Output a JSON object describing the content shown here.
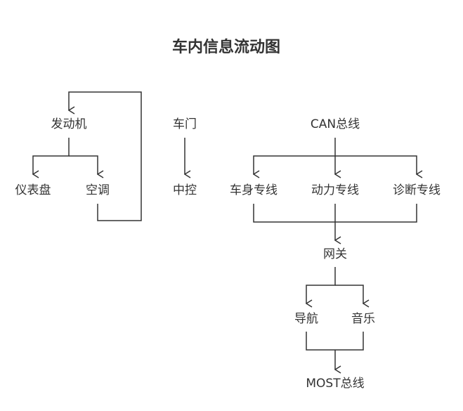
{
  "title": "车内信息流动图",
  "nodes": {
    "engine": "发动机",
    "dashboard": "仪表盘",
    "ac": "空调",
    "door": "车门",
    "central_control": "中控",
    "can_bus": "CAN总线",
    "body_bus": "车身专线",
    "power_bus": "动力专线",
    "diag_bus": "诊断专线",
    "gateway": "网关",
    "navigation": "导航",
    "audio": "音乐",
    "most_bus": "MOST总线"
  },
  "edges": [
    [
      "engine",
      "dashboard"
    ],
    [
      "engine",
      "ac"
    ],
    [
      "ac",
      "engine"
    ],
    [
      "door",
      "central_control"
    ],
    [
      "can_bus",
      "body_bus"
    ],
    [
      "can_bus",
      "power_bus"
    ],
    [
      "can_bus",
      "diag_bus"
    ],
    [
      "body_bus",
      "gateway"
    ],
    [
      "power_bus",
      "gateway"
    ],
    [
      "diag_bus",
      "gateway"
    ],
    [
      "gateway",
      "navigation"
    ],
    [
      "gateway",
      "audio"
    ],
    [
      "navigation",
      "most_bus"
    ],
    [
      "audio",
      "most_bus"
    ]
  ]
}
